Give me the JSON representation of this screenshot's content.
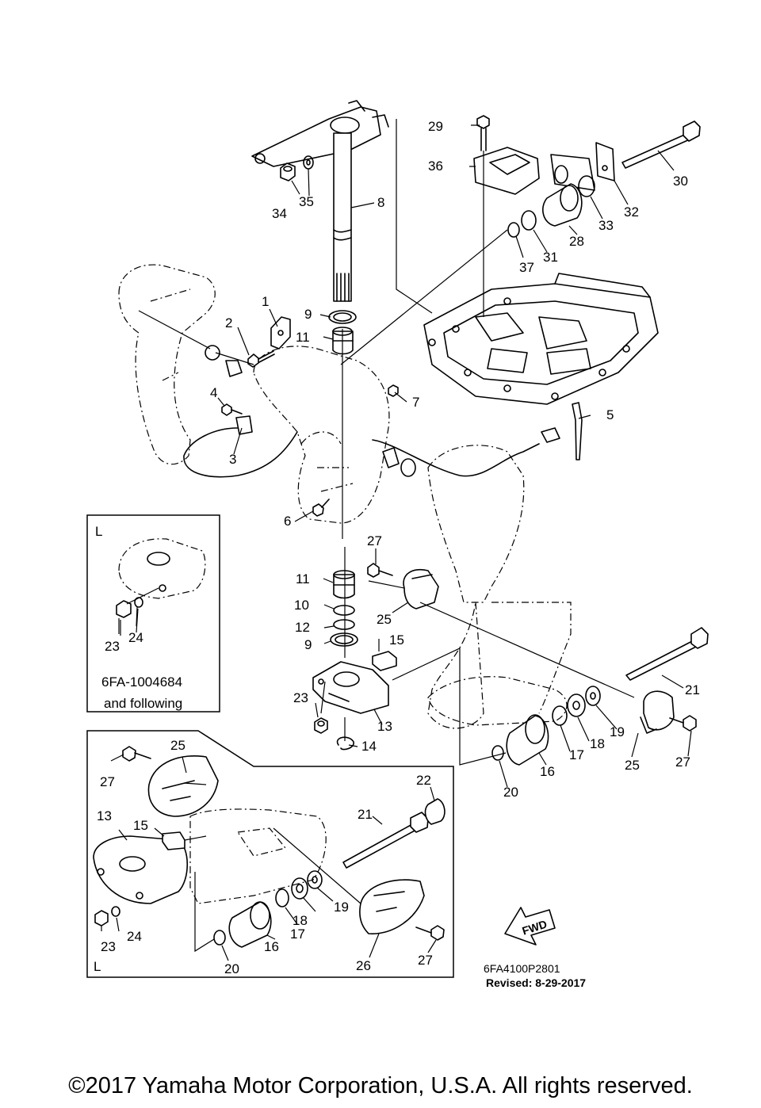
{
  "callouts": {
    "c1": "1",
    "c2": "2",
    "c3": "3",
    "c4": "4",
    "c5": "5",
    "c6": "6",
    "c7": "7",
    "c8": "8",
    "c9a": "9",
    "c9b": "9",
    "c10": "10",
    "c11a": "11",
    "c11b": "11",
    "c12": "12",
    "c13a": "13",
    "c13b": "13",
    "c14": "14",
    "c15a": "15",
    "c15b": "15",
    "c16a": "16",
    "c16b": "16",
    "c17a": "17",
    "c17b": "17",
    "c18a": "18",
    "c18b": "18",
    "c19a": "19",
    "c19b": "19",
    "c20a": "20",
    "c20b": "20",
    "c21a": "21",
    "c21b": "21",
    "c22": "22",
    "c23a": "23",
    "c23b": "23",
    "c23c": "23",
    "c24a": "24",
    "c24b": "24",
    "c25a": "25",
    "c25b": "25",
    "c25c": "25",
    "c26": "26",
    "c27a": "27",
    "c27b": "27",
    "c27c": "27",
    "c27d": "27",
    "c28": "28",
    "c29": "29",
    "c30": "30",
    "c31": "31",
    "c32": "32",
    "c33": "33",
    "c34": "34",
    "c35": "35",
    "c36": "36",
    "c37": "37"
  },
  "inset_top": {
    "corner_label": "L",
    "note_line1": "6FA-1004684",
    "note_line2": "and following"
  },
  "inset_bottom": {
    "corner_label": "L"
  },
  "fwd_label": "FWD",
  "diagram_ref": "6FA4100P2801",
  "revised": "Revised: 8-29-2017",
  "copyright": "©2017 Yamaha Motor Corporation, U.S.A. All rights reserved."
}
